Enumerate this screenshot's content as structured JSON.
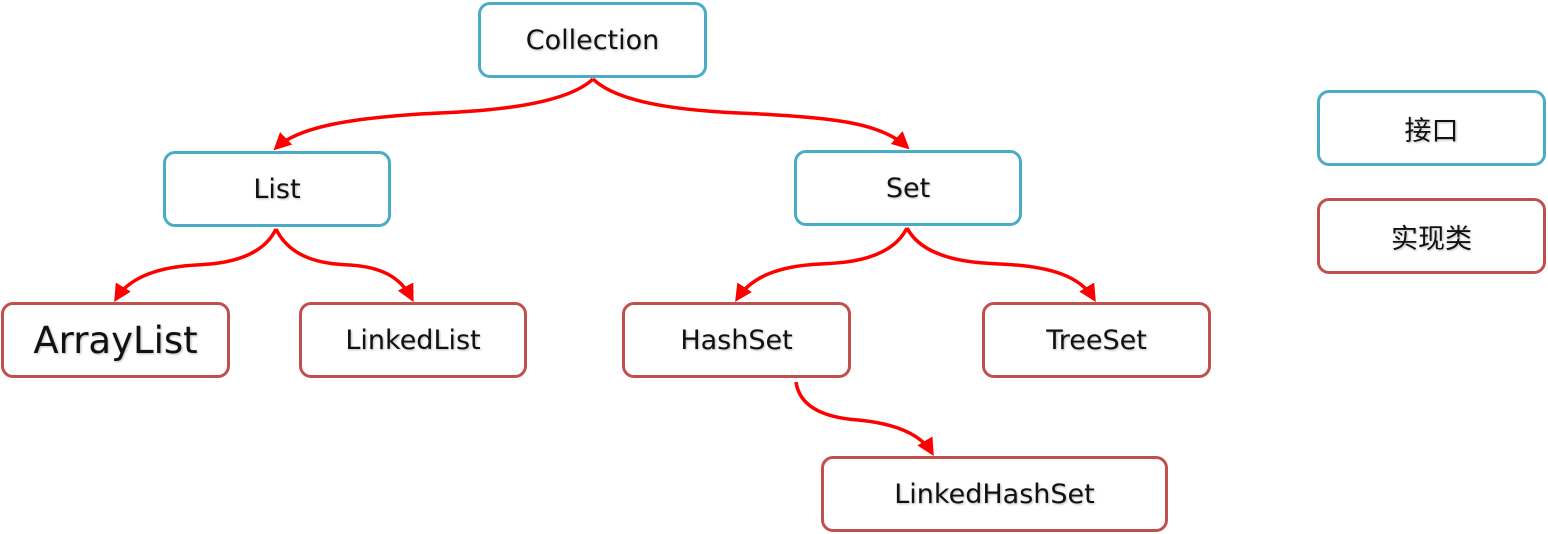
{
  "diagram": {
    "nodes": {
      "collection": "Collection",
      "list": "List",
      "set": "Set",
      "arraylist": "ArrayList",
      "linkedlist": "LinkedList",
      "hashset": "HashSet",
      "treeset": "TreeSet",
      "linkedhashset": "LinkedHashSet"
    },
    "legend": {
      "interface": "接口",
      "implementation": "实现类"
    },
    "colors": {
      "interface_border": "#4bacc6",
      "implementation_border": "#c0504d",
      "edge": "#ff0000"
    },
    "edges": [
      {
        "from": "Collection",
        "to": "List"
      },
      {
        "from": "Collection",
        "to": "Set"
      },
      {
        "from": "List",
        "to": "ArrayList"
      },
      {
        "from": "List",
        "to": "LinkedList"
      },
      {
        "from": "Set",
        "to": "HashSet"
      },
      {
        "from": "Set",
        "to": "TreeSet"
      },
      {
        "from": "HashSet",
        "to": "LinkedHashSet"
      }
    ]
  }
}
